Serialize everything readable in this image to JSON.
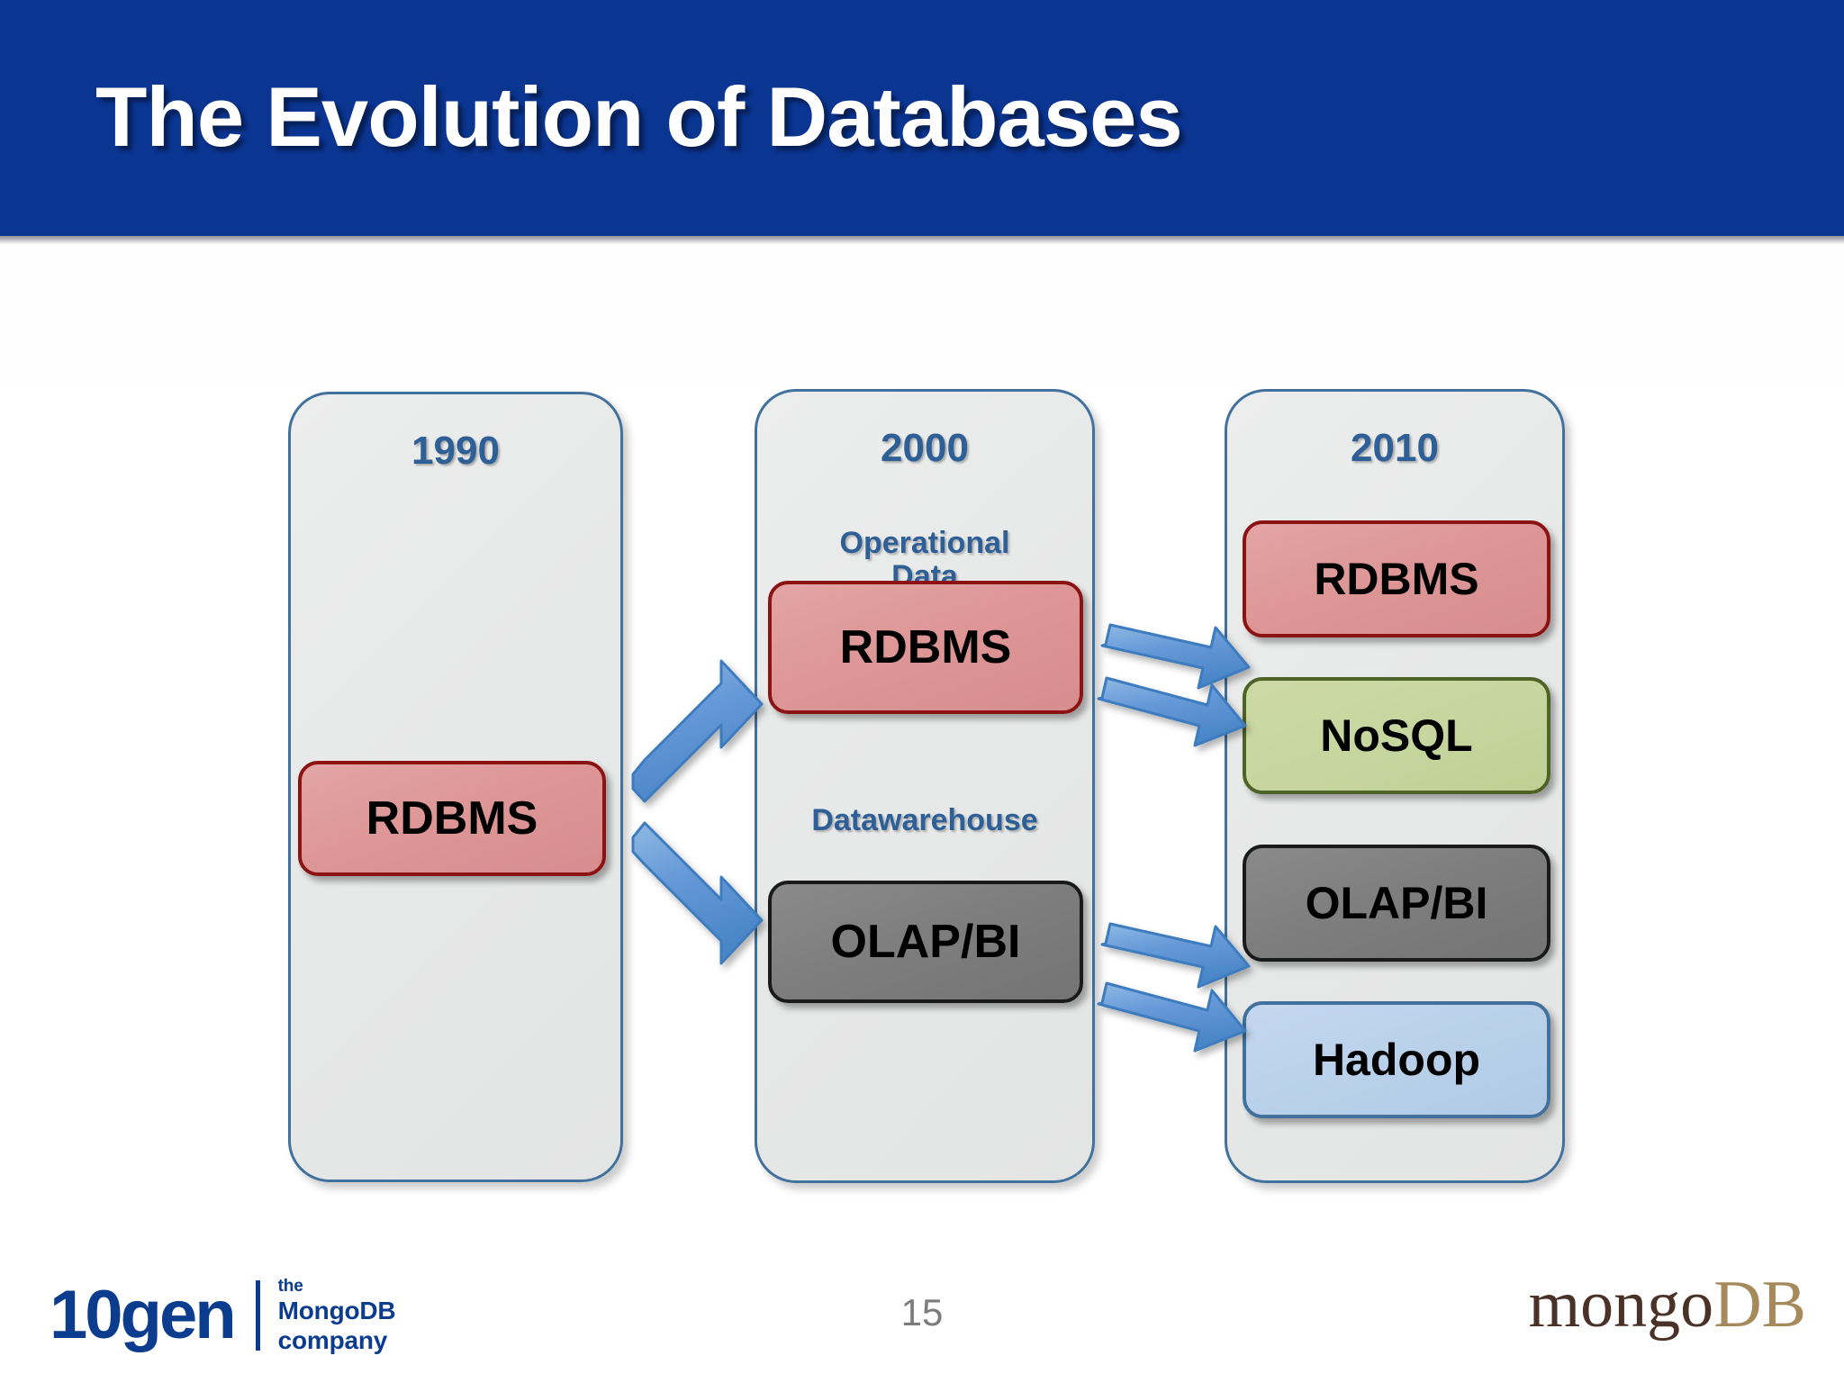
{
  "slide": {
    "title": "The Evolution of Databases",
    "page_number": "15",
    "header_color": "#0A3591",
    "panel_border_color": "#41719C",
    "panel_fill_color": "#E8E8E8",
    "era_label_color": "#2E5F96",
    "arrow_color": "#5B9BD5"
  },
  "diagram_data": {
    "type": "diagram",
    "columns": [
      {
        "era": "1990",
        "groups": [
          {
            "caption": "",
            "boxes": [
              {
                "label": "RDBMS",
                "fill": "#DD9595",
                "border": "#8B1313"
              }
            ]
          }
        ]
      },
      {
        "era": "2000",
        "groups": [
          {
            "caption": "Operational\nData",
            "caption_line1": "Operational",
            "caption_line2": "Data",
            "boxes": [
              {
                "label": "RDBMS",
                "fill": "#DD9595",
                "border": "#8B1313"
              }
            ]
          },
          {
            "caption": "Datawarehouse",
            "boxes": [
              {
                "label": "OLAP/BI",
                "fill": "#7D7D7D",
                "border": "#1A1A1A"
              }
            ]
          }
        ]
      },
      {
        "era": "2010",
        "groups": [
          {
            "caption": "",
            "boxes": [
              {
                "label": "RDBMS",
                "fill": "#DD9595",
                "border": "#8B1313"
              },
              {
                "label": "NoSQL",
                "fill": "#C6D69E",
                "border": "#4F6228"
              },
              {
                "label": "OLAP/BI",
                "fill": "#7D7D7D",
                "border": "#1A1A1A"
              },
              {
                "label": "Hadoop",
                "fill": "#B9D0EA",
                "border": "#41719C"
              }
            ]
          }
        ]
      }
    ],
    "arrows": [
      {
        "from": "1990.RDBMS",
        "to": "2000.RDBMS",
        "direction": "up-right"
      },
      {
        "from": "1990.RDBMS",
        "to": "2000.OLAP/BI",
        "direction": "down-right"
      },
      {
        "from": "2000.RDBMS",
        "to": "2010.RDBMS",
        "direction": "up-right"
      },
      {
        "from": "2000.RDBMS",
        "to": "2010.NoSQL",
        "direction": "down-right"
      },
      {
        "from": "2000.OLAP/BI",
        "to": "2010.OLAP/BI",
        "direction": "up-right"
      },
      {
        "from": "2000.OLAP/BI",
        "to": "2010.Hadoop",
        "direction": "down-right"
      }
    ]
  },
  "footer": {
    "tengen_wordmark": "10gen",
    "tagline_line1": "the",
    "tagline_line2": "MongoDB",
    "tagline_line3": "company",
    "mongodb_mongo": "mongo",
    "mongodb_db": "DB"
  }
}
